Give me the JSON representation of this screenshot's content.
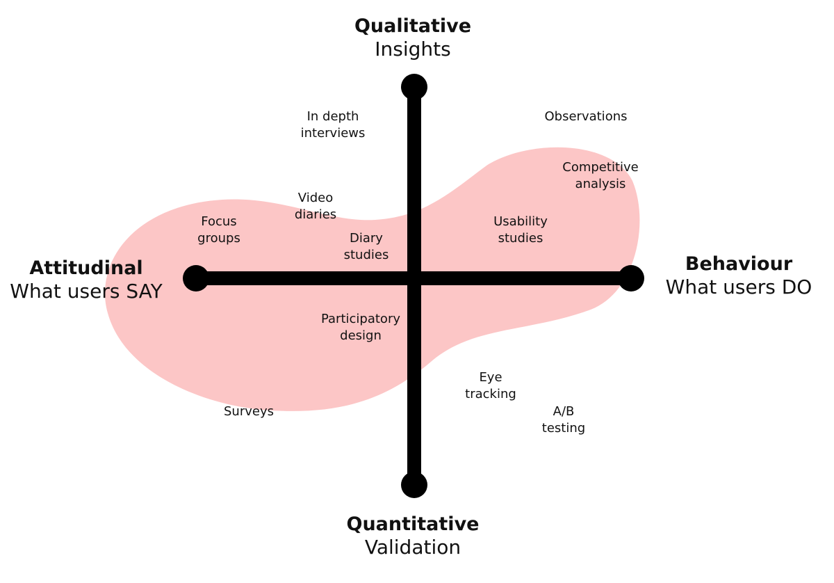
{
  "colors": {
    "blob": "#fcc6c6",
    "axis": "#000000",
    "text": "#111111"
  },
  "axes": {
    "top": {
      "title": "Qualitative",
      "subtitle": "Insights"
    },
    "bottom": {
      "title": "Quantitative",
      "subtitle": "Validation"
    },
    "left": {
      "title": "Attitudinal",
      "subtitle": "What users SAY"
    },
    "right": {
      "title": "Behaviour",
      "subtitle": "What users DO"
    }
  },
  "methods": {
    "in_depth_interviews": [
      "In depth",
      "interviews"
    ],
    "observations": [
      "Observations"
    ],
    "competitive_analysis": [
      "Competitive",
      "analysis"
    ],
    "video_diaries": [
      "Video",
      "diaries"
    ],
    "focus_groups": [
      "Focus",
      "groups"
    ],
    "diary_studies": [
      "Diary",
      "studies"
    ],
    "usability_studies": [
      "Usability",
      "studies"
    ],
    "participatory_design": [
      "Participatory",
      "design"
    ],
    "eye_tracking": [
      "Eye",
      "tracking"
    ],
    "ab_testing": [
      "A/B",
      "testing"
    ],
    "surveys": [
      "Surveys"
    ]
  }
}
